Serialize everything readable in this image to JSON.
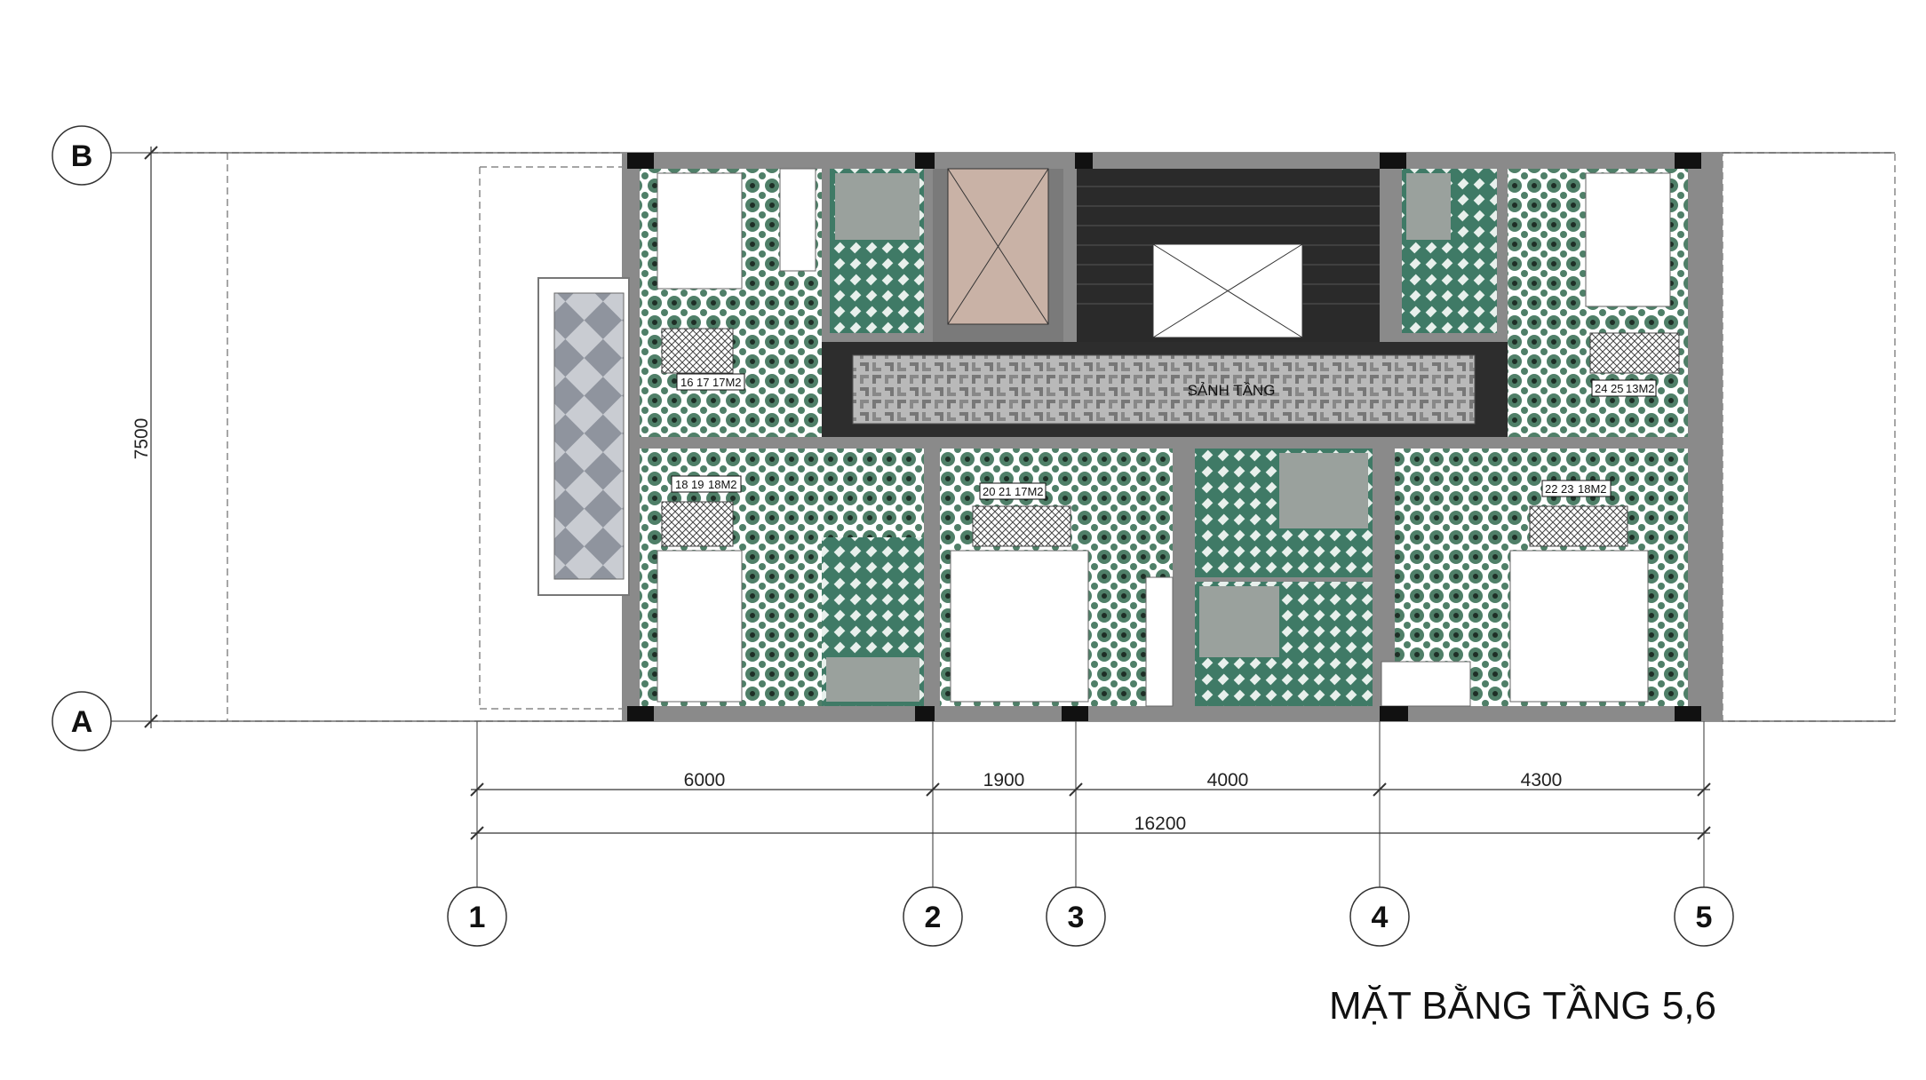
{
  "title": "MẶT BẰNG TẦNG 5,6",
  "grid_axes": {
    "rows": [
      "B",
      "A"
    ],
    "columns": [
      "1",
      "2",
      "3",
      "4",
      "5"
    ]
  },
  "dimensions": {
    "spans": [
      "6000",
      "1900",
      "4000",
      "4300"
    ],
    "total_length": "16200",
    "total_depth": "7500"
  },
  "rooms": {
    "lobby": "SẢNH TẦNG",
    "bedroom_1": {
      "a": "16",
      "b": "17",
      "area": "17M2"
    },
    "bedroom_2": {
      "a": "18",
      "b": "19",
      "area": "18M2"
    },
    "bedroom_3": {
      "a": "20",
      "b": "21",
      "area": "17M2"
    },
    "bedroom_4": {
      "a": "22",
      "b": "23",
      "area": "18M2"
    },
    "bedroom_5": {
      "a": "24",
      "b": "25",
      "area": "13M2"
    }
  },
  "colors": {
    "tile_green": "#4f7f68",
    "wall_gray": "#8a8a8a",
    "stair_dark": "#2a2a2a",
    "lobby_gray": "#9a9a9a"
  }
}
